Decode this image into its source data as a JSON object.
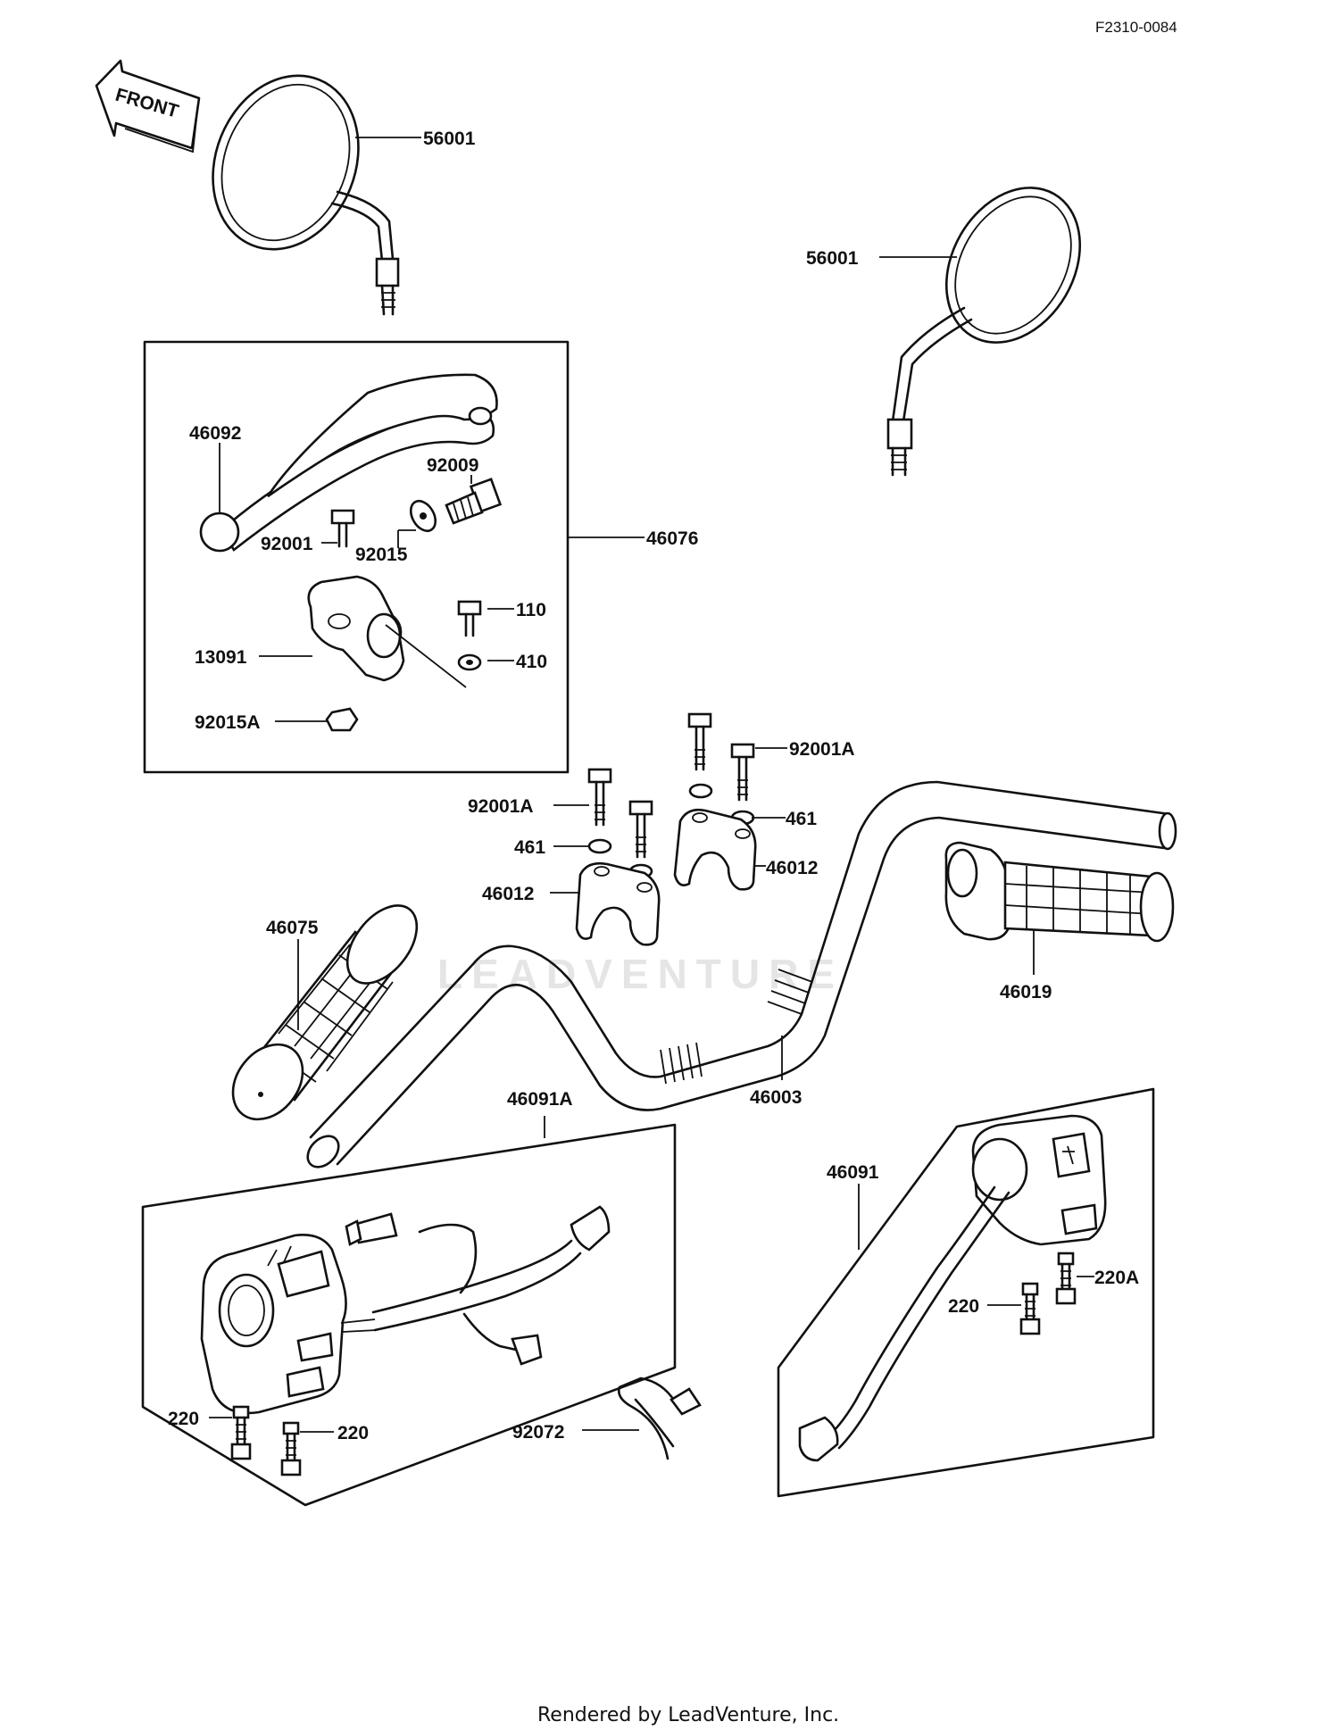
{
  "diagram_code": "F2310-0084",
  "front_label": "FRONT",
  "watermark": "LEADVENTURE",
  "footer": "Rendered by LeadVenture, Inc.",
  "labels": {
    "mirror_left": "56001",
    "mirror_right": "56001",
    "lever": "46092",
    "adjuster": "92009",
    "bolt_lever": "92001",
    "nut_adj": "92015",
    "lever_assy": "46076",
    "holder": "13091",
    "bolt_110": "110",
    "washer_410": "410",
    "nut_92015a": "92015A",
    "bolt_r": "92001A",
    "bolt_l": "92001A",
    "washer_r": "461",
    "washer_l": "461",
    "clamp_r": "46012",
    "clamp_l": "46012",
    "grip_left": "46075",
    "grip_right": "46019",
    "handlebar": "46003",
    "switch_left": "46091A",
    "switch_right": "46091",
    "screw_l1": "220",
    "screw_l2": "220",
    "screw_r1": "220",
    "screw_r2": "220A",
    "band": "92072"
  }
}
